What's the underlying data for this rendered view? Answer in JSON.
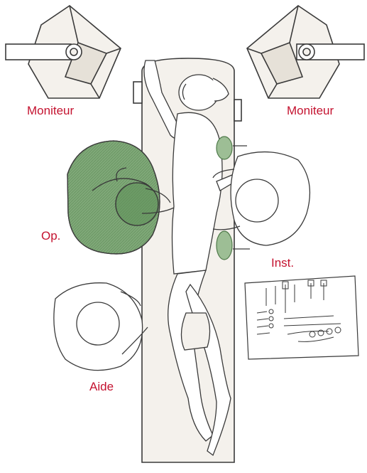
{
  "labels": {
    "monitor_left": "Moniteur",
    "monitor_right": "Moniteur",
    "operator": "Op.",
    "instrumentist": "Inst.",
    "assistant": "Aide"
  },
  "colors": {
    "label_red": "#c4122f",
    "operator_green": "#7fa878",
    "operator_green_dark": "#4f7a4a",
    "line": "#3a3a3a",
    "fill_light": "#f4f1ec"
  }
}
